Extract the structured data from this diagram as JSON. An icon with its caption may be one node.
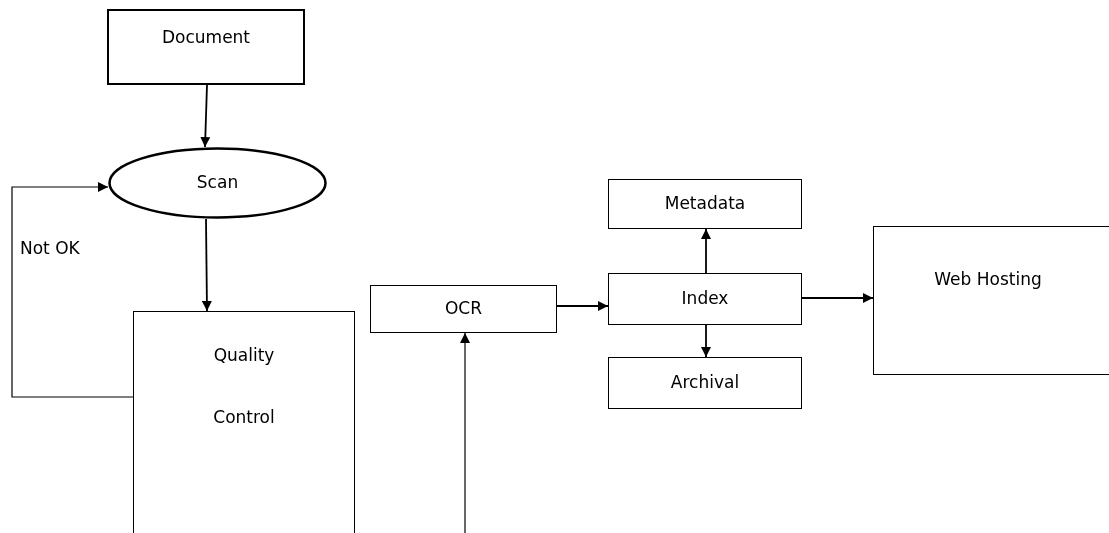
{
  "diagram": {
    "nodes": [
      {
        "text": [
          "Document"
        ]
      },
      {
        "text": [
          "Scan"
        ]
      },
      {
        "text": [
          "Quality Control"
        ]
      },
      {
        "text": [
          "OCR"
        ]
      },
      {
        "text": [
          "Metadata"
        ]
      },
      {
        "text": [
          "Index"
        ]
      },
      {
        "text": [
          "Archival"
        ]
      },
      {
        "text": [
          "Web Hosting"
        ]
      }
    ],
    "edges": [
      {
        "from": 0,
        "to": 1,
        "arrow": "to"
      },
      {
        "from": 1,
        "to": 2,
        "arrow": "to"
      },
      {
        "from": 2,
        "to": 1,
        "arrow": "to",
        "label": "Not OK"
      },
      {
        "from": null,
        "to": 3,
        "arrow": "to"
      },
      {
        "from": 3,
        "to": 5,
        "arrow": "to"
      },
      {
        "from": 5,
        "to": 4,
        "arrow": "to"
      },
      {
        "from": 5,
        "to": 6,
        "arrow": "to"
      },
      {
        "from": 5,
        "to": 7,
        "arrow": "to"
      }
    ]
  }
}
